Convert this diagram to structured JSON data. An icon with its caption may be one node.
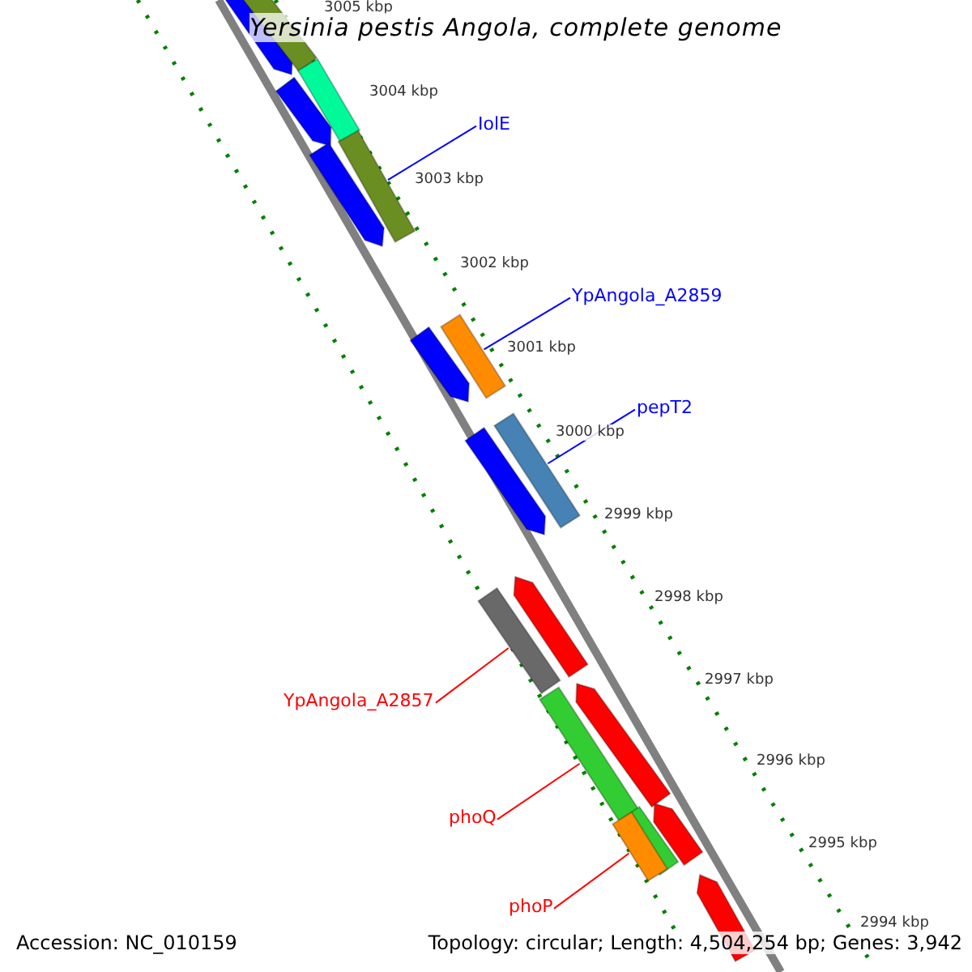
{
  "diagram": {
    "title": "Yersinia pestis Angola, complete genome",
    "nodes": [
      {
        "text": [],
        "shape": "bar"
      },
      {
        "text": [],
        "shape": "bar"
      },
      {
        "text": [],
        "shape": "bar"
      },
      {
        "text": [],
        "shape": "bar"
      },
      {
        "text": [],
        "shape": "bar"
      },
      {
        "text": [],
        "shape": "bar"
      },
      {
        "text": [
          "IolE"
        ]
      },
      {
        "text": [
          "YpAngola_A2859"
        ]
      },
      {
        "text": [],
        "shape": "bar"
      },
      {
        "text": [],
        "shape": "bar"
      },
      {
        "text": [
          "pepT2"
        ]
      },
      {
        "text": [],
        "shape": "bar"
      },
      {
        "text": [],
        "shape": "bar"
      },
      {
        "text": [],
        "shape": "bar"
      },
      {
        "text": [],
        "shape": "bar"
      },
      {
        "text": [
          "YpAngola_A2857"
        ]
      },
      {
        "text": [],
        "shape": "bar"
      },
      {
        "text": [],
        "shape": "bar"
      },
      {
        "text": [
          "phoQ"
        ]
      },
      {
        "text": [],
        "shape": "bar"
      },
      {
        "text": [],
        "shape": "bar"
      },
      {
        "text": [],
        "shape": "bar"
      },
      {
        "text": [
          "phoP"
        ]
      },
      {
        "text": [],
        "shape": "bar"
      }
    ],
    "edges": [
      {
        "from": 6,
        "to": 4,
        "arrow": "none",
        "color": "#0000ff"
      },
      {
        "from": 7,
        "to": 9,
        "arrow": "none",
        "color": "#0000ff"
      },
      {
        "from": 10,
        "to": 12,
        "arrow": "none",
        "color": "#0000ff"
      },
      {
        "from": 15,
        "to": 14,
        "arrow": "none",
        "color": "#ff0000"
      },
      {
        "from": 18,
        "to": 17,
        "arrow": "none",
        "color": "#ff0000"
      },
      {
        "from": 22,
        "to": 21,
        "arrow": "none",
        "color": "#ff0000"
      }
    ],
    "labels": [
      "3005 kbp",
      "3004 kbp",
      "3003 kbp",
      "3002 kbp",
      "3001 kbp",
      "3000 kbp",
      "2999 kbp",
      "2998 kbp",
      "2997 kbp",
      "2996 kbp",
      "2995 kbp",
      "2994 kbp",
      "Accession: NC_010159",
      "Topology: circular; Length: 4,504,254 bp; Genes: 3,942"
    ]
  }
}
